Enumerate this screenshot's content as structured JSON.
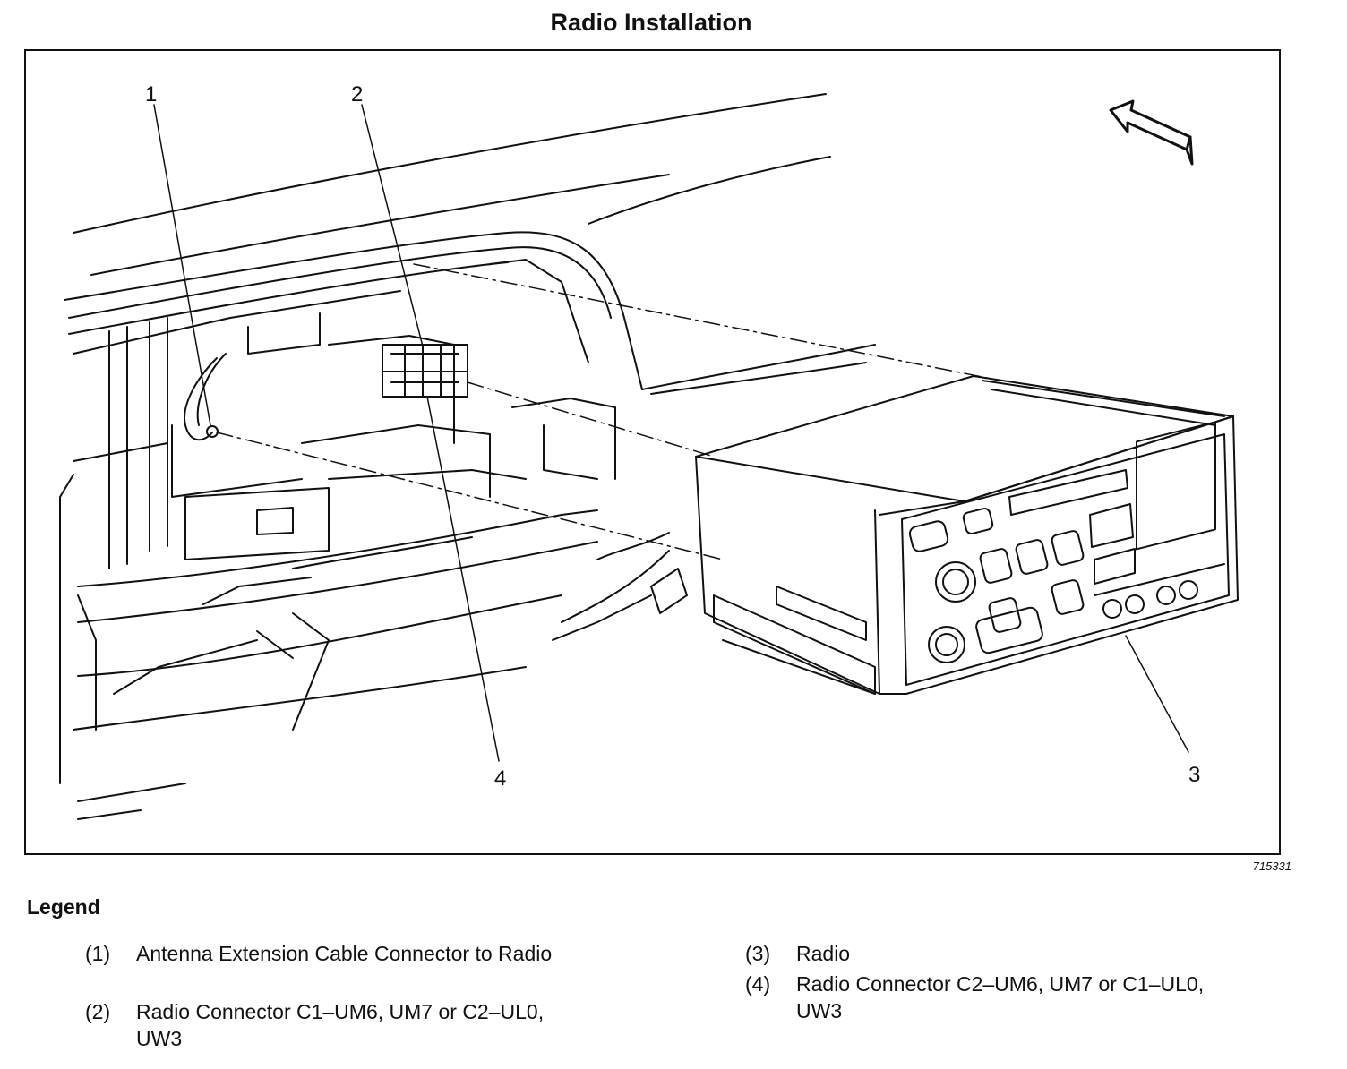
{
  "title": "Radio Installation",
  "figure_number": "715331",
  "callouts": [
    "1",
    "2",
    "3",
    "4"
  ],
  "legend": {
    "heading": "Legend",
    "items": [
      {
        "number": "(1)",
        "text": "Antenna Extension Cable Connector to Radio"
      },
      {
        "number": "(2)",
        "text": "Radio Connector C1–UM6, UM7 or C2–UL0, UW3"
      },
      {
        "number": "(3)",
        "text": "Radio"
      },
      {
        "number": "(4)",
        "text": "Radio Connector C2–UM6, UM7 or C1–UL0, UW3"
      }
    ]
  }
}
